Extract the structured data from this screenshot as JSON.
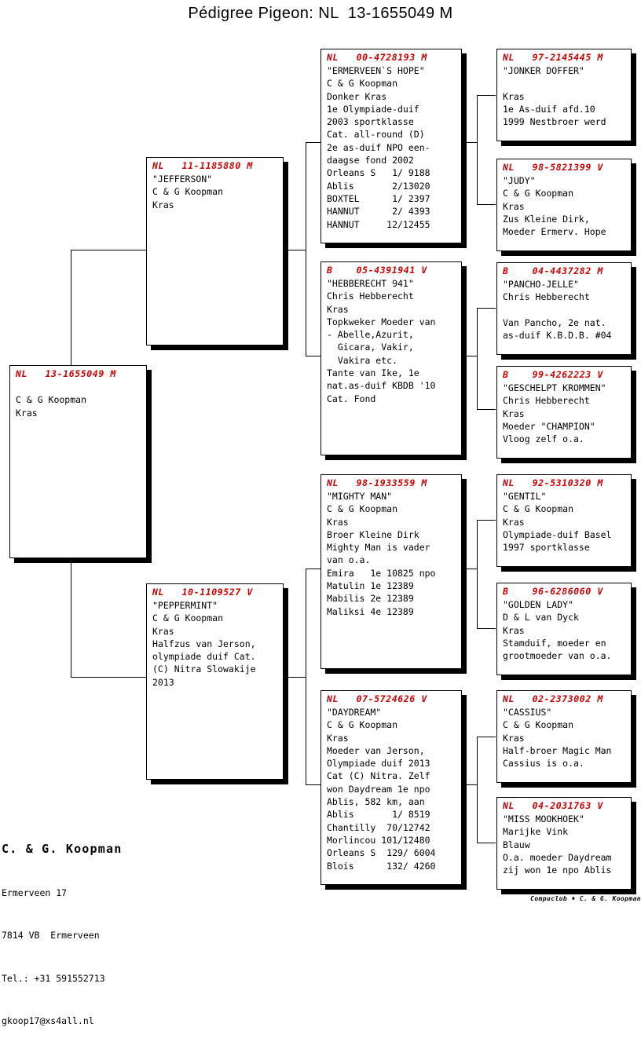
{
  "title": "Pédigree Pigeon: NL  13-1655049 M",
  "subject": {
    "ring": "NL   13-1655049 M",
    "lines": [
      "",
      "C & G Koopman",
      "Kras"
    ]
  },
  "generation2": [
    {
      "ring": "NL   11-1185880 M",
      "lines": [
        "\"JEFFERSON\"",
        "C & G Koopman",
        "Kras"
      ]
    },
    {
      "ring": "NL   10-1109527 V",
      "lines": [
        "\"PEPPERMINT\"",
        "C & G Koopman",
        "Kras",
        "Halfzus van Jerson,",
        "olympiade duif Cat.",
        "(C) Nitra Slowakije",
        "2013"
      ]
    }
  ],
  "generation3": [
    {
      "ring": "NL   00-4728193 M",
      "lines": [
        "\"ERMERVEEN`S HOPE\"",
        "C & G Koopman",
        "Donker Kras",
        "1e Olympiade-duif",
        "2003 sportklasse",
        "Cat. all-round (D)",
        "2e as-duif NPO een-",
        "daagse fond 2002",
        "Orleans S   1/ 9188",
        "Ablis       2/13020",
        "BOXTEL      1/ 2397",
        "HANNUT      2/ 4393",
        "HANNUT     12/12455"
      ]
    },
    {
      "ring": "B    05-4391941 V",
      "lines": [
        "\"HEBBERECHT 941\"",
        "Chris Hebberecht",
        "Kras",
        "Topkweker Moeder van",
        "- Abelle,Azurit,",
        "  Gicara, Vakir,",
        "  Vakira etc.",
        "Tante van Ike, 1e",
        "nat.as-duif KBDB '10",
        "Cat. Fond"
      ]
    },
    {
      "ring": "NL   98-1933559 M",
      "lines": [
        "\"MIGHTY MAN\"",
        "C & G Koopman",
        "Kras",
        "Broer Kleine Dirk",
        "Mighty Man is vader",
        "van o.a.",
        "Emira   1e 10825 npo",
        "Matulin 1e 12389",
        "Mabilis 2e 12389",
        "Maliksi 4e 12389"
      ]
    },
    {
      "ring": "NL   07-5724626 V",
      "lines": [
        "\"DAYDREAM\"",
        "C & G Koopman",
        "Kras",
        "Moeder van Jerson,",
        "Olympiade duif 2013",
        "Cat (C) Nitra. Zelf",
        "won Daydream 1e npo",
        "Ablis, 582 km, aan",
        "Ablis       1/ 8519",
        "Chantilly  70/12742",
        "Morlincou 101/12480",
        "Orleans S  129/ 6004",
        "Blois      132/ 4260"
      ]
    }
  ],
  "generation4": [
    {
      "ring": "NL   97-2145445 M",
      "lines": [
        "\"JONKER DOFFER\"",
        "",
        "Kras",
        "1e As-duif afd.10",
        "1999 Nestbroer werd"
      ]
    },
    {
      "ring": "NL   98-5821399 V",
      "lines": [
        "\"JUDY\"",
        "C & G Koopman",
        "Kras",
        "Zus Kleine Dirk,",
        "Moeder Ermerv. Hope"
      ]
    },
    {
      "ring": "B    04-4437282 M",
      "lines": [
        "\"PANCHO-JELLE\"",
        "Chris Hebberecht",
        "",
        "Van Pancho, 2e nat.",
        "as-duif K.B.D.B. #04"
      ]
    },
    {
      "ring": "B    99-4262223 V",
      "lines": [
        "\"GESCHELPT KROMMEN\"",
        "Chris Hebberecht",
        "Kras",
        "Moeder \"CHAMPION\"",
        "Vloog zelf o.a."
      ]
    },
    {
      "ring": "NL   92-5310320 M",
      "lines": [
        "\"GENTIL\"",
        "C & G Koopman",
        "Kras",
        "Olympiade-duif Basel",
        "1997 sportklasse"
      ]
    },
    {
      "ring": "B    96-6286060 V",
      "lines": [
        "\"GOLDEN LADY\"",
        "D & L van Dyck",
        "Kras",
        "Stamduif, moeder en",
        "grootmoeder van o.a."
      ]
    },
    {
      "ring": "NL   02-2373002 M",
      "lines": [
        "\"CASSIUS\"",
        "C & G Koopman",
        "Kras",
        "Half-broer Magic Man",
        "Cassius is o.a."
      ]
    },
    {
      "ring": "NL   04-2031763 V",
      "lines": [
        "\"MISS MOOKHOEK\"",
        "Marijke Vink",
        "Blauw",
        "O.a. moeder Daydream",
        "zij won 1e npo Ablis"
      ]
    }
  ],
  "footer": {
    "name": "C. & G. Koopman",
    "address": "Ermerveen 17",
    "city": "7814 VB  Ermerveen",
    "phone": "Tel.: +31 591552713",
    "email": "gkoop17@xs4all.nl"
  },
  "credit": "Compuclub ♦ C. & G. Koopman",
  "colors": {
    "ring_red": "#cc0000",
    "line_black": "#000000",
    "card_bg": "#ffffff"
  }
}
